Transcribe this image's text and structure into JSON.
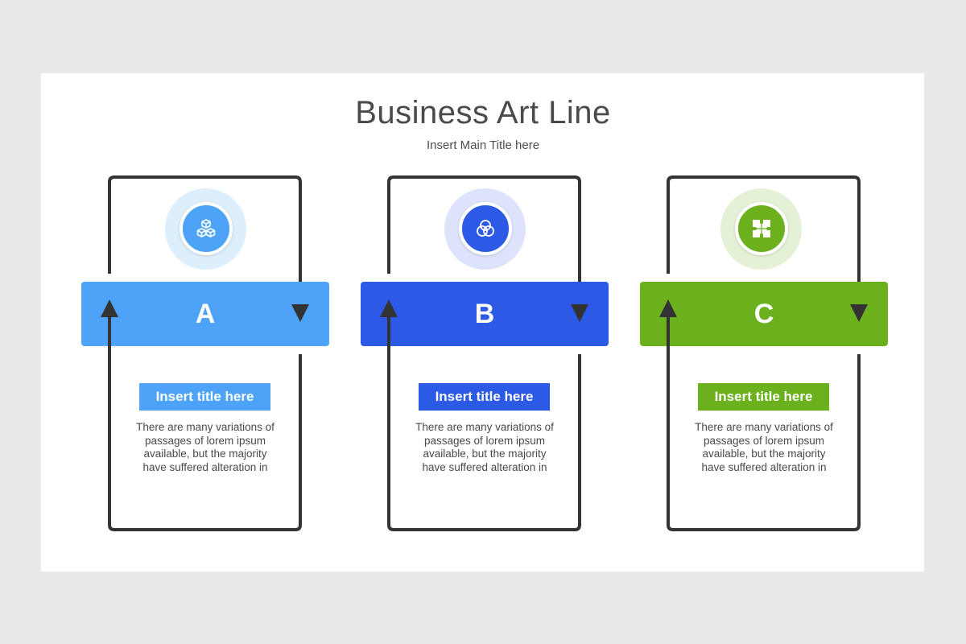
{
  "title": "Business Art Line",
  "subtitle": "Insert Main Title here",
  "cards": [
    {
      "letter": "A",
      "heading": "Insert title here",
      "text": "There are many variations of passages of lorem ipsum available, but the majority have suffered alteration in",
      "color": "#4da3f8",
      "halo_color": "#ddeefd",
      "icon": "cubes-icon"
    },
    {
      "letter": "B",
      "heading": "Insert title here",
      "text": "There are many variations of passages of lorem ipsum available, but the majority have suffered alteration in",
      "color": "#2c59e6",
      "halo_color": "#dde3fa",
      "icon": "venn-icon"
    },
    {
      "letter": "C",
      "heading": "Insert title here",
      "text": "There are many variations of passages of lorem ipsum available, but the majority have suffered alteration in",
      "color": "#6ab11d",
      "halo_color": "#e5f1d6",
      "icon": "puzzle-icon"
    }
  ]
}
